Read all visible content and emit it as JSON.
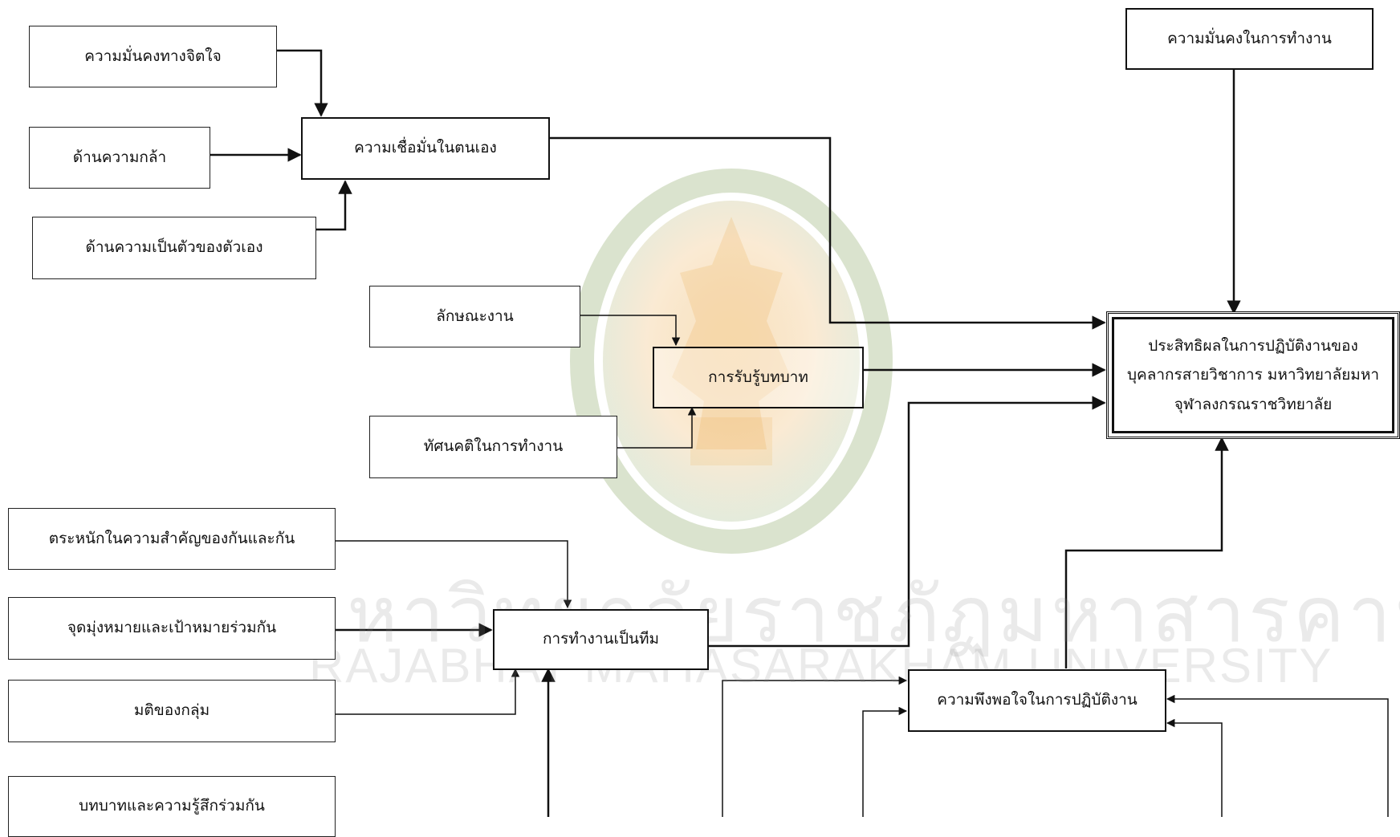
{
  "boxes": {
    "psychological_security": "ความมั่นคงทางจิตใจ",
    "courage": "ด้านความกล้า",
    "self_identity": "ด้านความเป็นตัวของตัวเอง",
    "self_confidence": "ความเชื่อมั่นในตนเอง",
    "job_characteristics": "ลักษณะงาน",
    "work_attitude": "ทัศนคติในการทำงาน",
    "role_perception": "การรับรู้บทบาท",
    "mutual_importance": "ตระหนักในความสำคัญของกันและกัน",
    "shared_goals": "จุดมุ่งหมายและเป้าหมายร่วมกัน",
    "group_norms": "มติของกลุ่ม",
    "shared_roles": "บทบาทและความรู้สึกร่วมกัน",
    "teamwork": "การทำงานเป็นทีม",
    "job_security": "ความมั่นคงในการทำงาน",
    "job_satisfaction": "ความพึงพอใจในการปฏิบัติงาน",
    "outcome": "ประสิทธิผลในการปฏิบัติงานของบุคลากรสายวิชาการ มหาวิทยาลัยมหาจุฬาลงกรณราชวิทยาลัย"
  },
  "watermark": {
    "thai": "มหาวิทยาลัยราชภัฏมหาสารคาม",
    "english": "RAJABHAT MAHASARAKHAM UNIVERSITY"
  },
  "colors": {
    "line": "#111111",
    "seal_green": "#6a8f3a",
    "seal_orange": "#e8a23a"
  }
}
